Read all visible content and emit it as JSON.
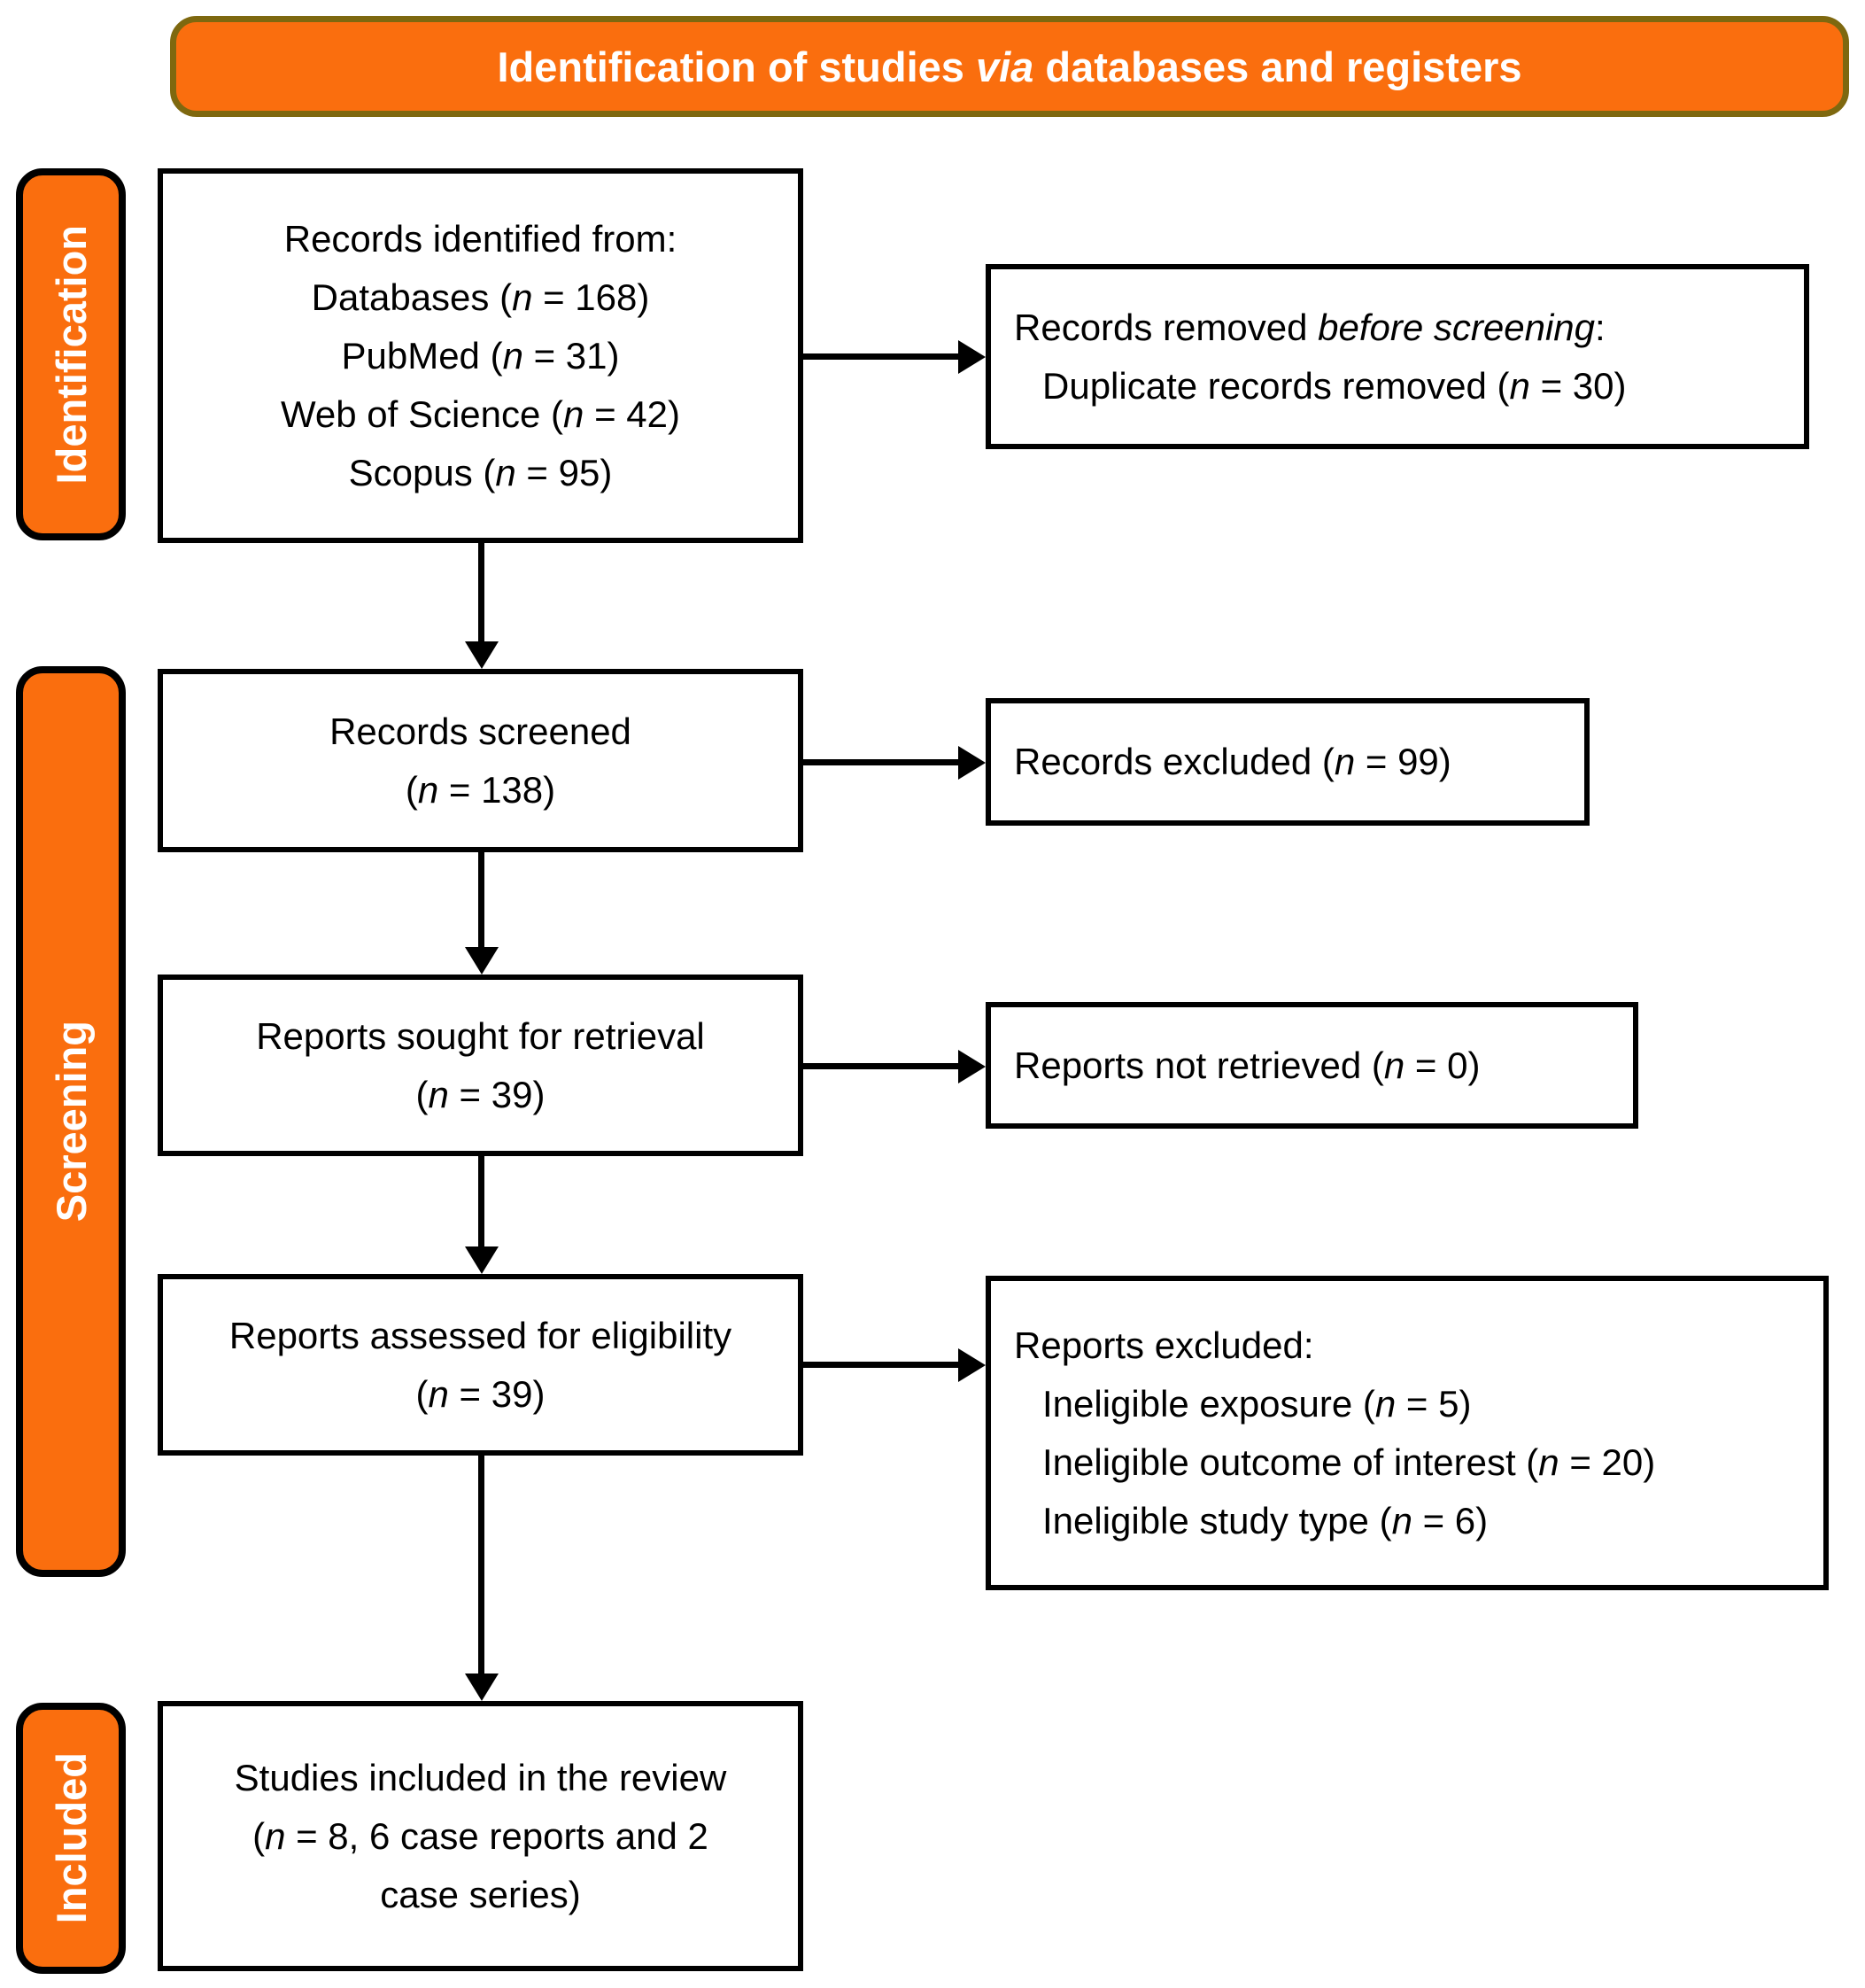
{
  "title": {
    "lines": [
      {
        "segments": [
          {
            "text": "Identification of studies "
          },
          {
            "text": "via",
            "italic": true
          },
          {
            "text": " databases and registers"
          }
        ]
      }
    ]
  },
  "sidebar": [
    {
      "id": "identification",
      "label": "Identification"
    },
    {
      "id": "screening",
      "label": "Screening"
    },
    {
      "id": "included",
      "label": "Included"
    }
  ],
  "boxes": {
    "records_identified": {
      "lines": [
        {
          "segments": [
            {
              "text": "Records identified from:"
            }
          ]
        },
        {
          "segments": [
            {
              "text": "Databases ("
            },
            {
              "text": "n",
              "italic": true
            },
            {
              "text": " = 168)"
            }
          ]
        },
        {
          "segments": [
            {
              "text": "PubMed ("
            },
            {
              "text": "n",
              "italic": true
            },
            {
              "text": " = 31)"
            }
          ]
        },
        {
          "segments": [
            {
              "text": "Web of Science ("
            },
            {
              "text": "n",
              "italic": true
            },
            {
              "text": " = 42)"
            }
          ]
        },
        {
          "segments": [
            {
              "text": "Scopus ("
            },
            {
              "text": "n",
              "italic": true
            },
            {
              "text": " = 95)"
            }
          ]
        }
      ]
    },
    "records_removed": {
      "lines": [
        {
          "segments": [
            {
              "text": "Records removed "
            },
            {
              "text": "before screening",
              "italic": true
            },
            {
              "text": ":"
            }
          ]
        },
        {
          "indent": true,
          "segments": [
            {
              "text": "Duplicate records removed ("
            },
            {
              "text": "n",
              "italic": true
            },
            {
              "text": " = 30)"
            }
          ]
        }
      ]
    },
    "records_screened": {
      "lines": [
        {
          "segments": [
            {
              "text": "Records screened"
            }
          ]
        },
        {
          "segments": [
            {
              "text": "("
            },
            {
              "text": "n",
              "italic": true
            },
            {
              "text": " = 138)"
            }
          ]
        }
      ]
    },
    "records_excluded": {
      "lines": [
        {
          "segments": [
            {
              "text": "Records excluded ("
            },
            {
              "text": "n",
              "italic": true
            },
            {
              "text": " = 99)"
            }
          ]
        }
      ]
    },
    "reports_sought": {
      "lines": [
        {
          "segments": [
            {
              "text": "Reports sought for retrieval"
            }
          ]
        },
        {
          "segments": [
            {
              "text": "("
            },
            {
              "text": "n",
              "italic": true
            },
            {
              "text": " = 39)"
            }
          ]
        }
      ]
    },
    "reports_not_retrieved": {
      "lines": [
        {
          "segments": [
            {
              "text": "Reports not retrieved ("
            },
            {
              "text": "n",
              "italic": true
            },
            {
              "text": " = 0)"
            }
          ]
        }
      ]
    },
    "reports_assessed": {
      "lines": [
        {
          "segments": [
            {
              "text": "Reports assessed for eligibility"
            }
          ]
        },
        {
          "segments": [
            {
              "text": "("
            },
            {
              "text": "n",
              "italic": true
            },
            {
              "text": " = 39)"
            }
          ]
        }
      ]
    },
    "reports_excluded": {
      "lines": [
        {
          "segments": [
            {
              "text": "Reports excluded:"
            }
          ]
        },
        {
          "indent": true,
          "segments": [
            {
              "text": "Ineligible exposure ("
            },
            {
              "text": "n",
              "italic": true
            },
            {
              "text": " = 5)"
            }
          ]
        },
        {
          "indent": true,
          "segments": [
            {
              "text": "Ineligible outcome of interest ("
            },
            {
              "text": "n",
              "italic": true
            },
            {
              "text": " = 20)"
            }
          ]
        },
        {
          "indent": true,
          "segments": [
            {
              "text": "Ineligible study type ("
            },
            {
              "text": "n",
              "italic": true
            },
            {
              "text": " = 6)"
            }
          ]
        }
      ]
    },
    "studies_included": {
      "lines": [
        {
          "segments": [
            {
              "text": "Studies included in the review"
            }
          ]
        },
        {
          "segments": [
            {
              "text": "("
            },
            {
              "text": "n",
              "italic": true
            },
            {
              "text": " = 8, 6 case reports and 2"
            }
          ]
        },
        {
          "segments": [
            {
              "text": "case series)"
            }
          ]
        }
      ]
    }
  },
  "colors": {
    "accent_orange": "#FA6E0E",
    "title_border": "#7E680F",
    "line_black": "#000000",
    "box_bg": "#FFFFFF",
    "text_white": "#FFFFFF"
  }
}
